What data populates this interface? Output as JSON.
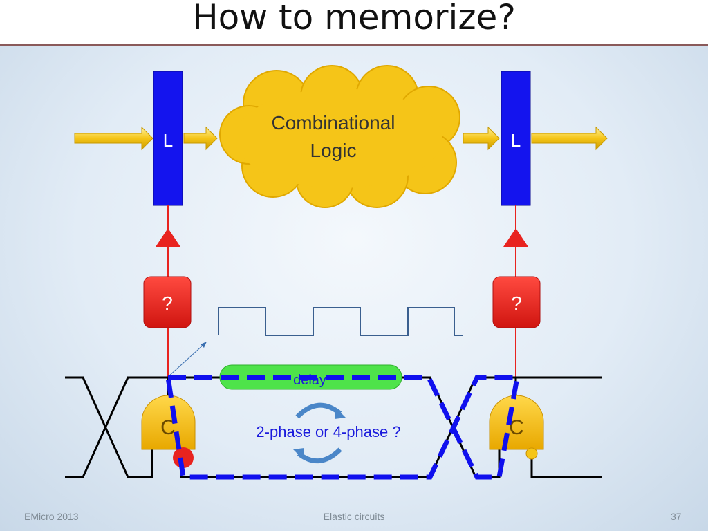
{
  "title": "How to memorize?",
  "diagram": {
    "latch_left": "L",
    "latch_right": "L",
    "logic_line1": "Combinational",
    "logic_line2": "Logic",
    "controller_left": "?",
    "controller_right": "?",
    "c_left": "C",
    "c_right": "C",
    "delay": "delay",
    "question": "2-phase or 4-phase ?"
  },
  "footer": {
    "left": "EMicro 2013",
    "center": "Elastic circuits",
    "page": "37"
  },
  "colors": {
    "latch": "#1414ee",
    "arrow": "#f5c518",
    "cloud": "#f5c518",
    "controller": "#e8231f",
    "dashed": "#1010ee",
    "delay": "#4ee34a"
  }
}
